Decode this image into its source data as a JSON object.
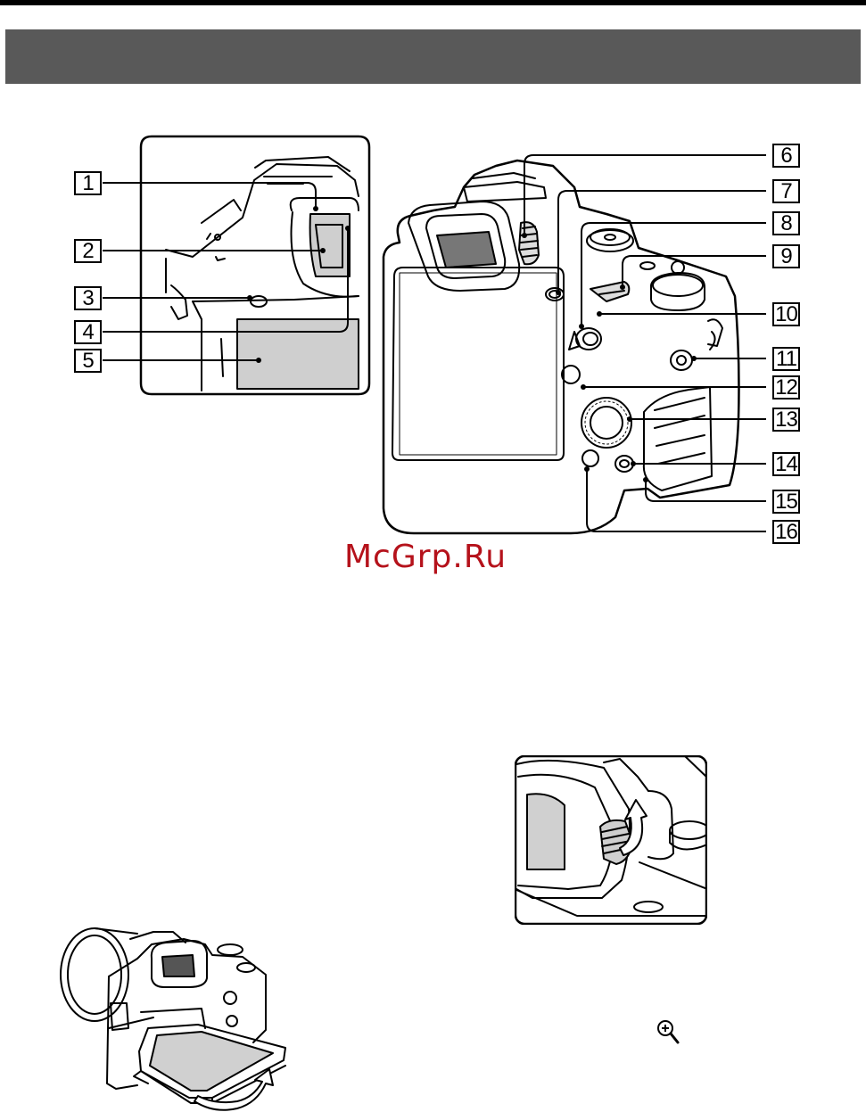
{
  "callouts": {
    "c1": "1",
    "c2": "2",
    "c3": "3",
    "c4": "4",
    "c5": "5",
    "c6": "6",
    "c7": "7",
    "c8": "8",
    "c9": "9",
    "c10": "10",
    "c11": "11",
    "c12": "12",
    "c13": "13",
    "c14": "14",
    "c15": "15",
    "c16": "16"
  },
  "watermark": "McGrp.Ru",
  "icons": {
    "zoom": "magnify-plus-icon",
    "arrow": "rotation-arrow-icon"
  },
  "colors": {
    "header_bar": "#595959",
    "watermark": "#b5121b",
    "panel_gray": "#cfcfcf"
  }
}
